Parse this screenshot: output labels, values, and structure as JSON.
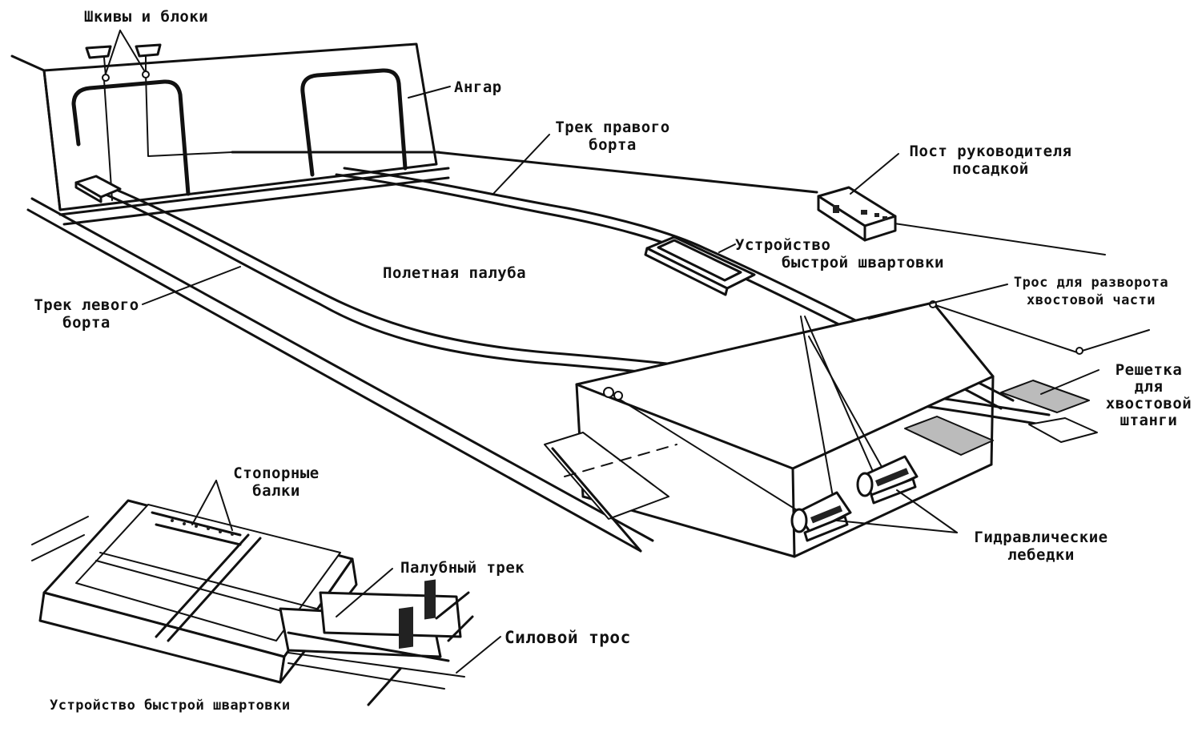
{
  "labels": {
    "pulleys": "Шкивы и блоки",
    "hangar": "Ангар",
    "right_track": [
      "Трек правого",
      "борта"
    ],
    "lso_post": [
      "Пост руководителя",
      "посадкой"
    ],
    "quick_device": [
      "Устройство",
      "быстрой швартовки"
    ],
    "flight_deck": "Полетная палуба",
    "left_track": [
      "Трек левого",
      "борта"
    ],
    "tail_cable": [
      "Трос для разворота",
      "хвостовой части"
    ],
    "tail_grid": [
      "Решетка",
      "для",
      "хвостовой",
      "штанги"
    ],
    "hydraulic_winches": [
      "Гидравлические",
      "лебедки"
    ],
    "stop_beams": [
      "Стопорные",
      "балки"
    ],
    "deck_track": "Палубный трек",
    "power_cable": "Силовой трос",
    "bottom_caption": "Устройство быстрой швартовки"
  }
}
